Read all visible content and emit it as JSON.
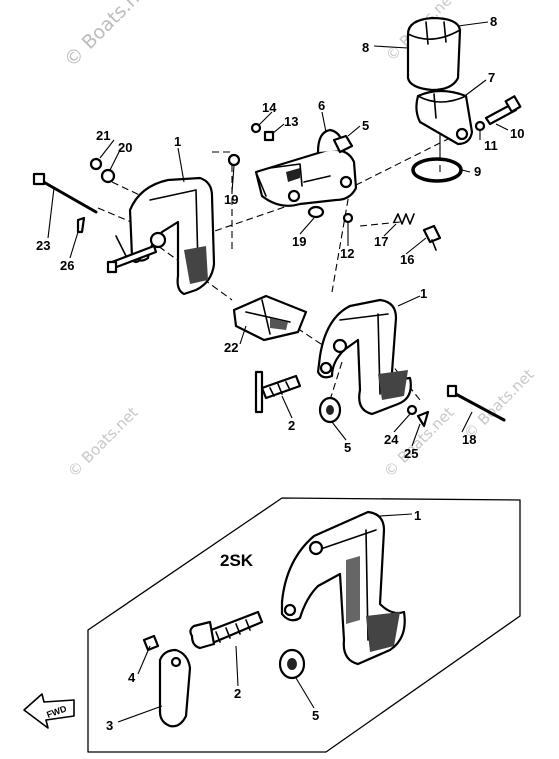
{
  "watermarks": [
    "© Boats.net",
    "© Boats.net",
    "© Boats.net",
    "© Boats.net",
    "© Boats.net"
  ],
  "callouts": {
    "c1a": "1",
    "c1b": "1",
    "c1c": "1",
    "c2a": "2",
    "c2b": "2",
    "c3": "3",
    "c4": "4",
    "c5a": "5",
    "c5b": "5",
    "c5c": "5",
    "c6": "6",
    "c7": "7",
    "c8a": "8",
    "c8b": "8",
    "c9": "9",
    "c10": "10",
    "c11": "11",
    "c12": "12",
    "c13": "13",
    "c14": "14",
    "c16": "16",
    "c17": "17",
    "c18": "18",
    "c19a": "19",
    "c19b": "19",
    "c20": "20",
    "c21": "21",
    "c22": "22",
    "c23": "23",
    "c24": "24",
    "c25": "25",
    "c26": "26"
  },
  "inset_label": "2SK",
  "direction_label": "FWD"
}
